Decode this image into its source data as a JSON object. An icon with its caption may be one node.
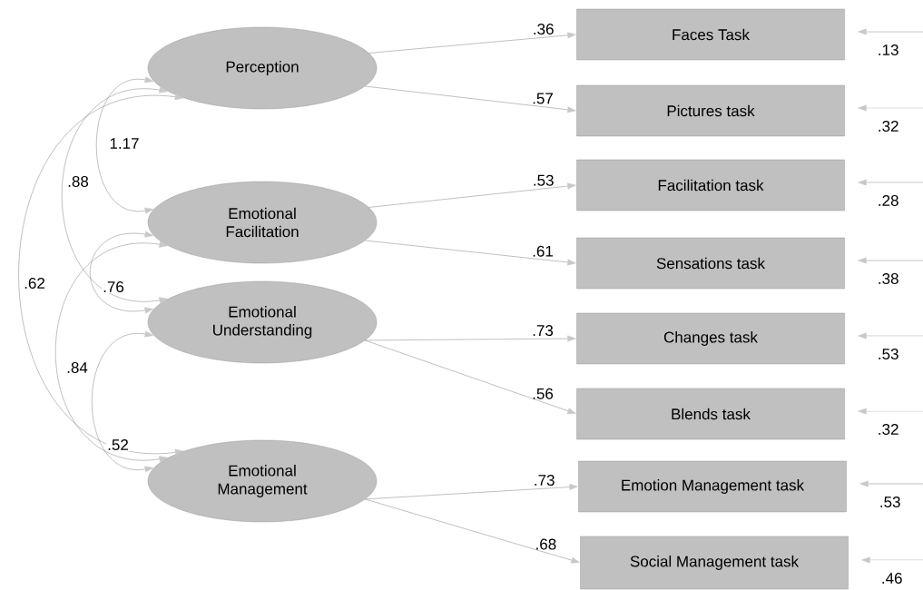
{
  "diagram": {
    "nodes": [
      {
        "text": [
          "Perception"
        ]
      },
      {
        "text": [
          "Emotional Facilitation"
        ]
      },
      {
        "text": [
          "Emotional Understanding"
        ]
      },
      {
        "text": [
          "Emotional Management"
        ]
      },
      {
        "text": [
          "Faces Task"
        ]
      },
      {
        "text": [
          "Pictures task"
        ]
      },
      {
        "text": [
          "Facilitation task"
        ]
      },
      {
        "text": [
          "Sensations task"
        ]
      },
      {
        "text": [
          "Changes task"
        ]
      },
      {
        "text": [
          "Blends task"
        ]
      },
      {
        "text": [
          "Emotion Management task"
        ]
      },
      {
        "text": [
          "Social Management task"
        ]
      }
    ],
    "edges": [
      {
        "from": 0,
        "to": 4,
        "arrow": "to",
        "label": ".36"
      },
      {
        "from": 0,
        "to": 5,
        "arrow": "to",
        "label": ".57"
      },
      {
        "from": 1,
        "to": 6,
        "arrow": "to",
        "label": ".53"
      },
      {
        "from": 1,
        "to": 7,
        "arrow": "to",
        "label": ".61"
      },
      {
        "from": 2,
        "to": 8,
        "arrow": "to",
        "label": ".73"
      },
      {
        "from": 2,
        "to": 9,
        "arrow": "to",
        "label": ".56"
      },
      {
        "from": 3,
        "to": 10,
        "arrow": "to",
        "label": ".73"
      },
      {
        "from": 3,
        "to": 11,
        "arrow": "to",
        "label": ".68"
      },
      {
        "from": 0,
        "to": 1,
        "arrow": "both",
        "label": "1.17"
      },
      {
        "from": 0,
        "to": 2,
        "arrow": "both",
        "label": ".88"
      },
      {
        "from": 0,
        "to": 3,
        "arrow": "both",
        "label": ".62"
      },
      {
        "from": 1,
        "to": 2,
        "arrow": "both",
        "label": ".76"
      },
      {
        "from": 1,
        "to": 3,
        "arrow": "both",
        "label": ".84"
      },
      {
        "from": 2,
        "to": 3,
        "arrow": "both",
        "label": ".52"
      },
      {
        "from": null,
        "to": 4,
        "arrow": "to",
        "label": ".13"
      },
      {
        "from": null,
        "to": 5,
        "arrow": "to",
        "label": ".32"
      },
      {
        "from": null,
        "to": 6,
        "arrow": "to",
        "label": ".28"
      },
      {
        "from": null,
        "to": 7,
        "arrow": "to",
        "label": ".38"
      },
      {
        "from": null,
        "to": 8,
        "arrow": "to",
        "label": ".53"
      },
      {
        "from": null,
        "to": 9,
        "arrow": "to",
        "label": ".32"
      },
      {
        "from": null,
        "to": 10,
        "arrow": "to",
        "label": ".53"
      },
      {
        "from": null,
        "to": 11,
        "arrow": "to",
        "label": ".46"
      }
    ]
  }
}
